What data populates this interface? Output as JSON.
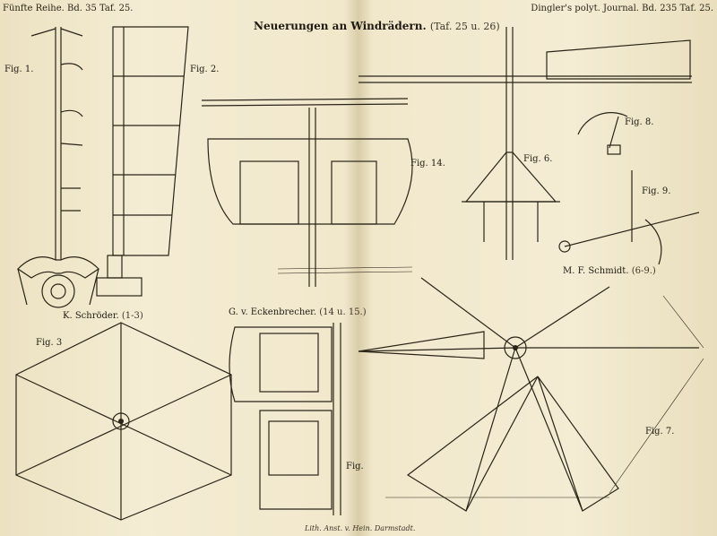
{
  "header": {
    "left": "Fünfte Reihe. Bd. 35 Taf. 25.",
    "right": "Dingler's polyt. Journal. Bd. 235 Taf. 25.",
    "title": "Neuerungen an Windrädern.",
    "title_ref": "(Taf. 25 u. 26)"
  },
  "figures": {
    "fig1": "Fig. 1.",
    "fig2": "Fig. 2.",
    "fig3": "Fig. 3",
    "fig6": "Fig. 6.",
    "fig7": "Fig. 7.",
    "fig8": "Fig. 8.",
    "fig9": "Fig. 9.",
    "fig14": "Fig. 14.",
    "fig15": "Fig."
  },
  "captions": {
    "schroeder": "K. Schröder.",
    "schroeder_ref": "(1-3)",
    "eckenbrecher": "G. v. Eckenbrecher.",
    "eckenbrecher_ref": "(14 u. 15.)",
    "schmidt": "M. F. Schmidt.",
    "schmidt_ref": "(6-9.)"
  },
  "footer": "Lith. Anst. v. Hein. Darmstadt."
}
